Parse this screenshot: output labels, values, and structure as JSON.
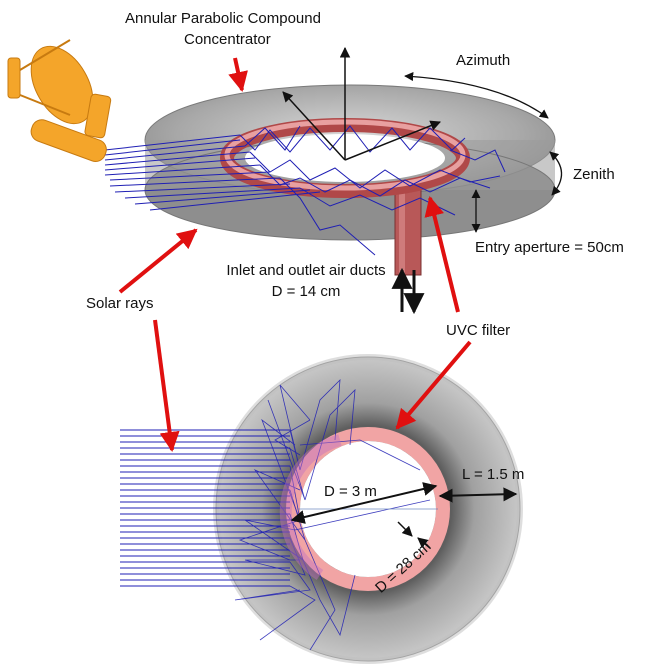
{
  "labels": {
    "concentrator_line1": "Annular Parabolic Compound",
    "concentrator_line2": "Concentrator",
    "azimuth": "Azimuth",
    "zenith": "Zenith",
    "entry_aperture": "Entry aperture = 50cm",
    "ducts_line1": "Inlet and outlet air ducts",
    "ducts_line2": "D = 14 cm",
    "solar_rays": "Solar rays",
    "uvc_filter": "UVC filter",
    "inner_diameter": "D = 3 m",
    "annulus_width": "L = 1.5 m",
    "filter_diameter": "D = 28 cm"
  },
  "colors": {
    "rays": "#1f1fb4",
    "filter_ring": "#e88a8a",
    "concentrator": "#9a9a9a",
    "pointer": "#e01010",
    "telescope": "#f0a020"
  }
}
